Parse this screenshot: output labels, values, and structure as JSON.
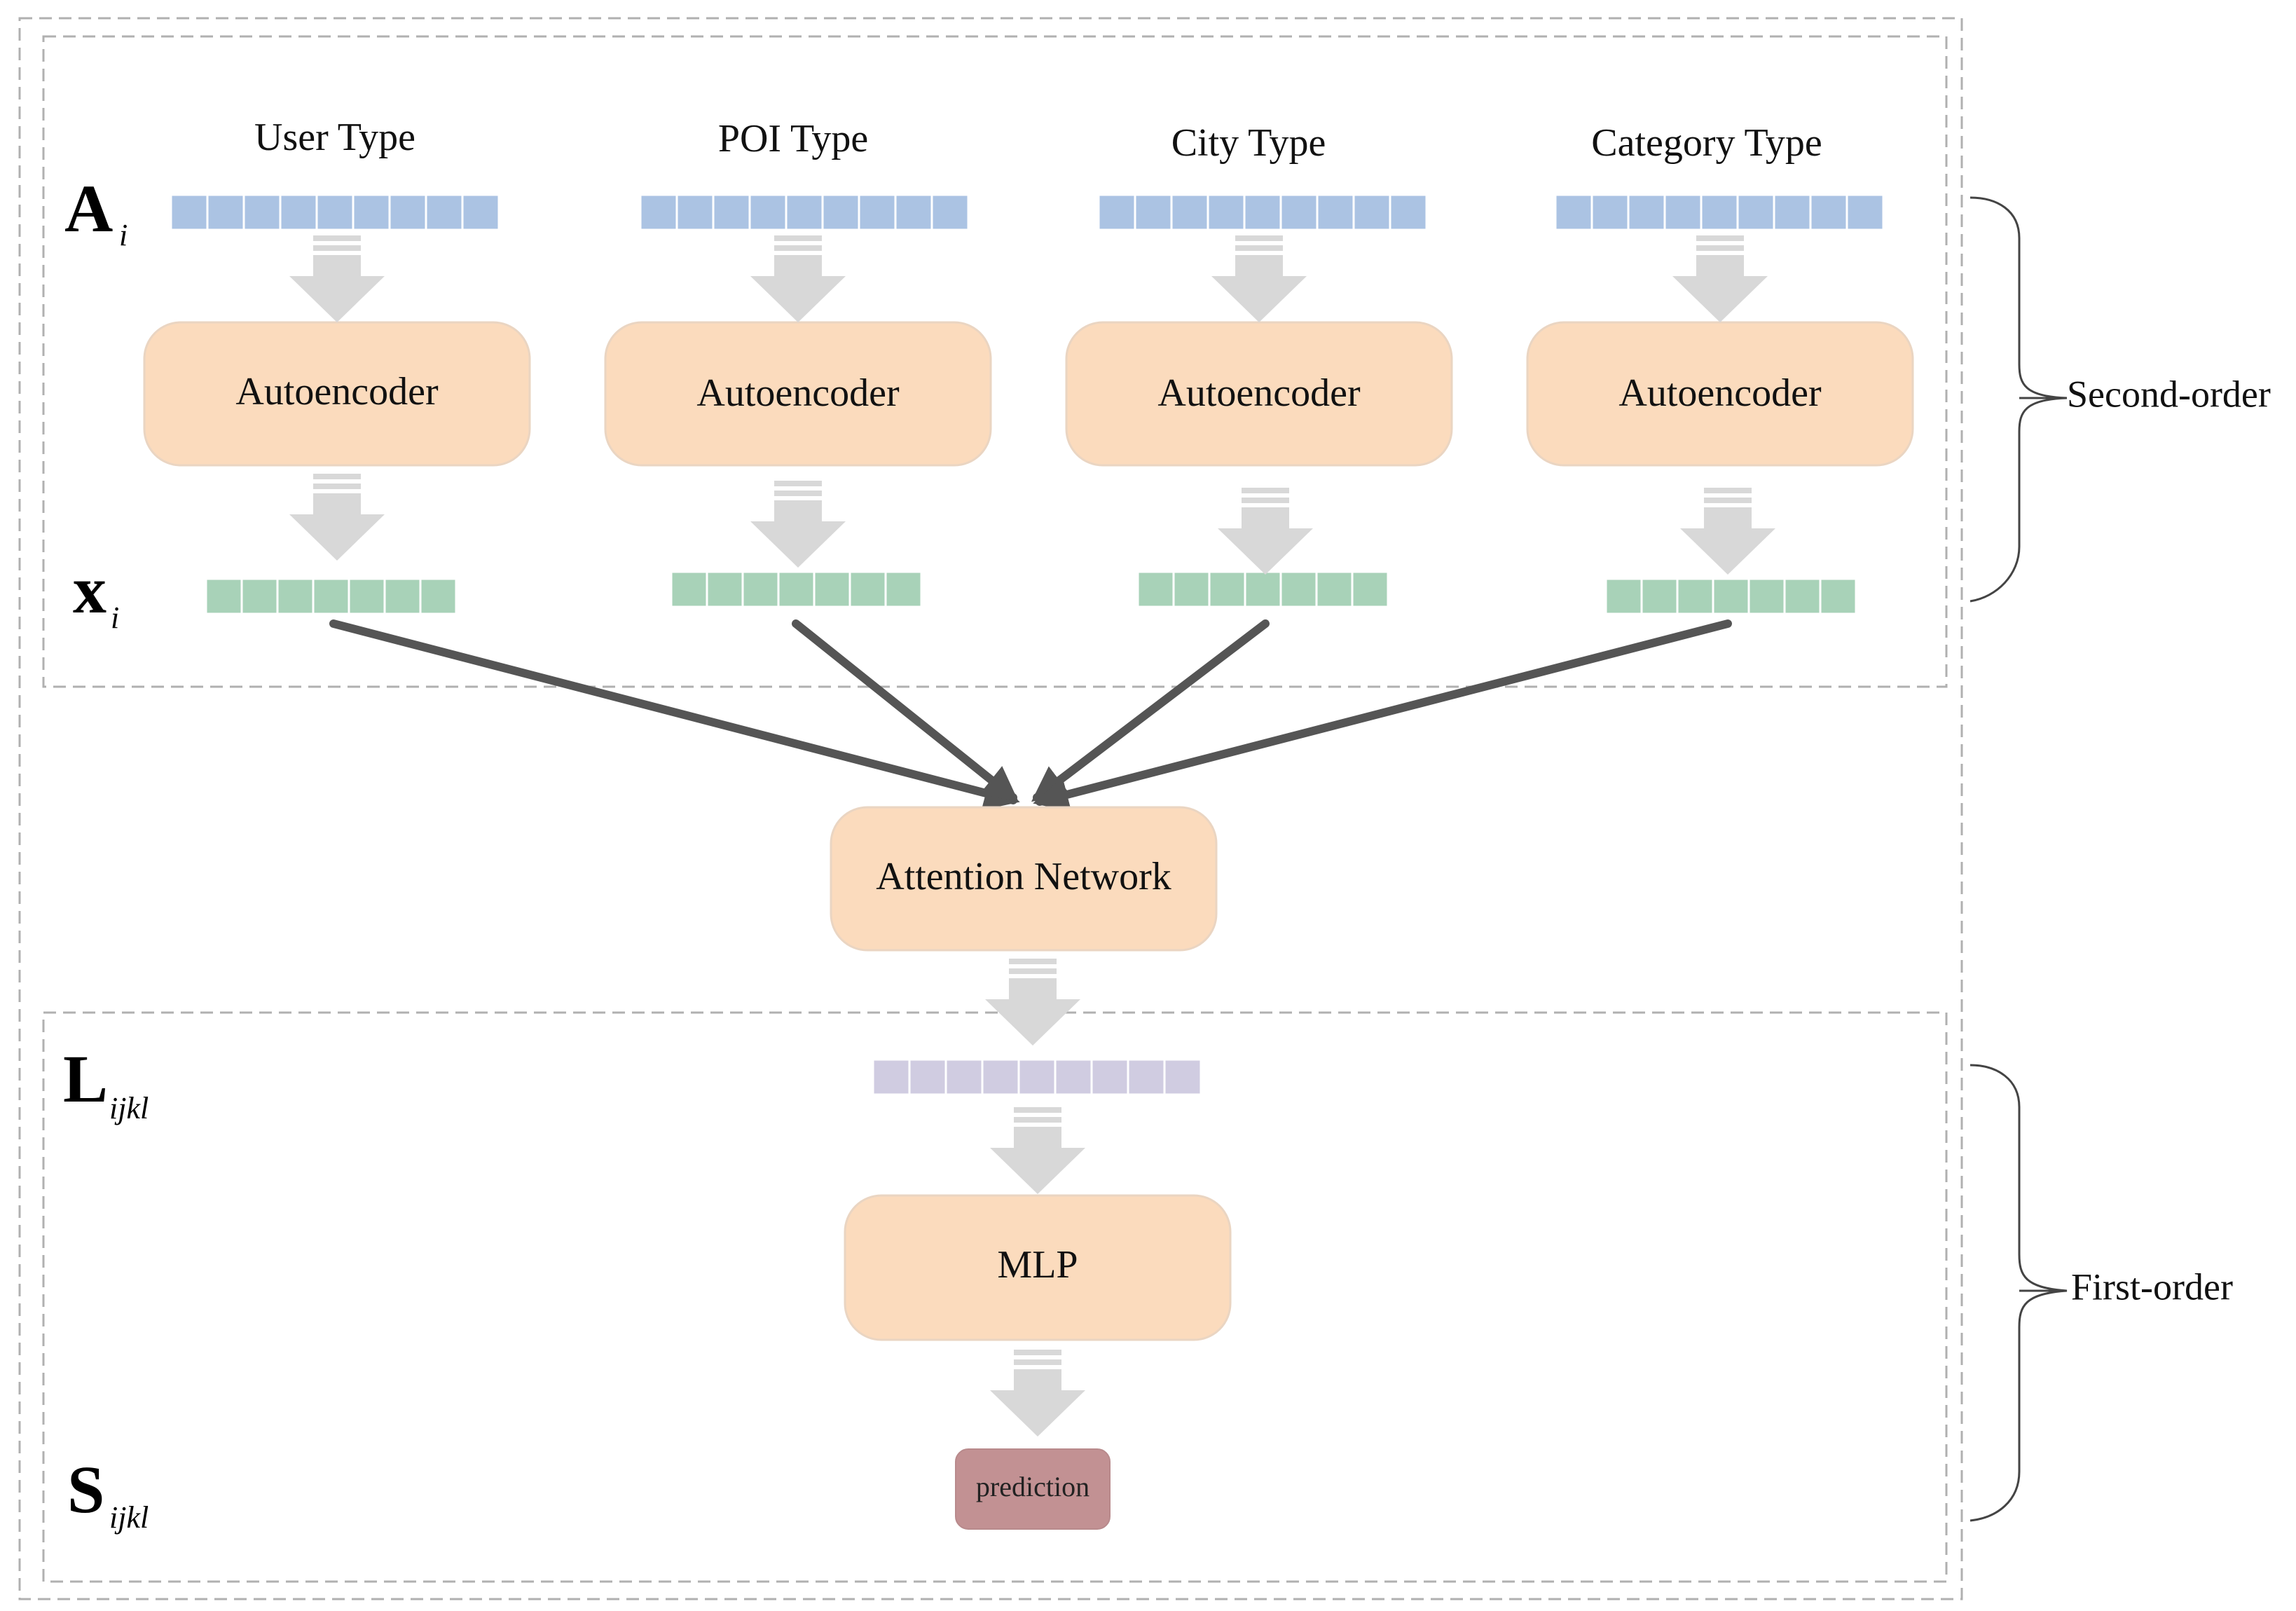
{
  "type_labels": [
    "User Type",
    "POI Type",
    "City Type",
    "Category Type"
  ],
  "autoencoder_label": "Autoencoder",
  "attention_label": "Attention Network",
  "mlp_label": "MLP",
  "prediction_label": "prediction",
  "symbols": {
    "a": {
      "main": "A",
      "sub": "i"
    },
    "x": {
      "main": "x",
      "sub": "i"
    },
    "l": {
      "main": "L",
      "sub": "ijkl"
    },
    "s": {
      "main": "S",
      "sub": "ijkl"
    }
  },
  "brace_labels": {
    "second": "Second-order",
    "first": "First-order"
  },
  "colors": {
    "input_vector": "#abc3e3",
    "latent_vector": "#a8d2b8",
    "fused_vector": "#d0cce1",
    "module_fill": "#fbdbbd",
    "module_stroke": "#ead5c2",
    "prediction_fill": "#c29193",
    "flow_arrow": "#d8d8d8",
    "edge": "#555555",
    "frame": "#b0b0b0"
  }
}
